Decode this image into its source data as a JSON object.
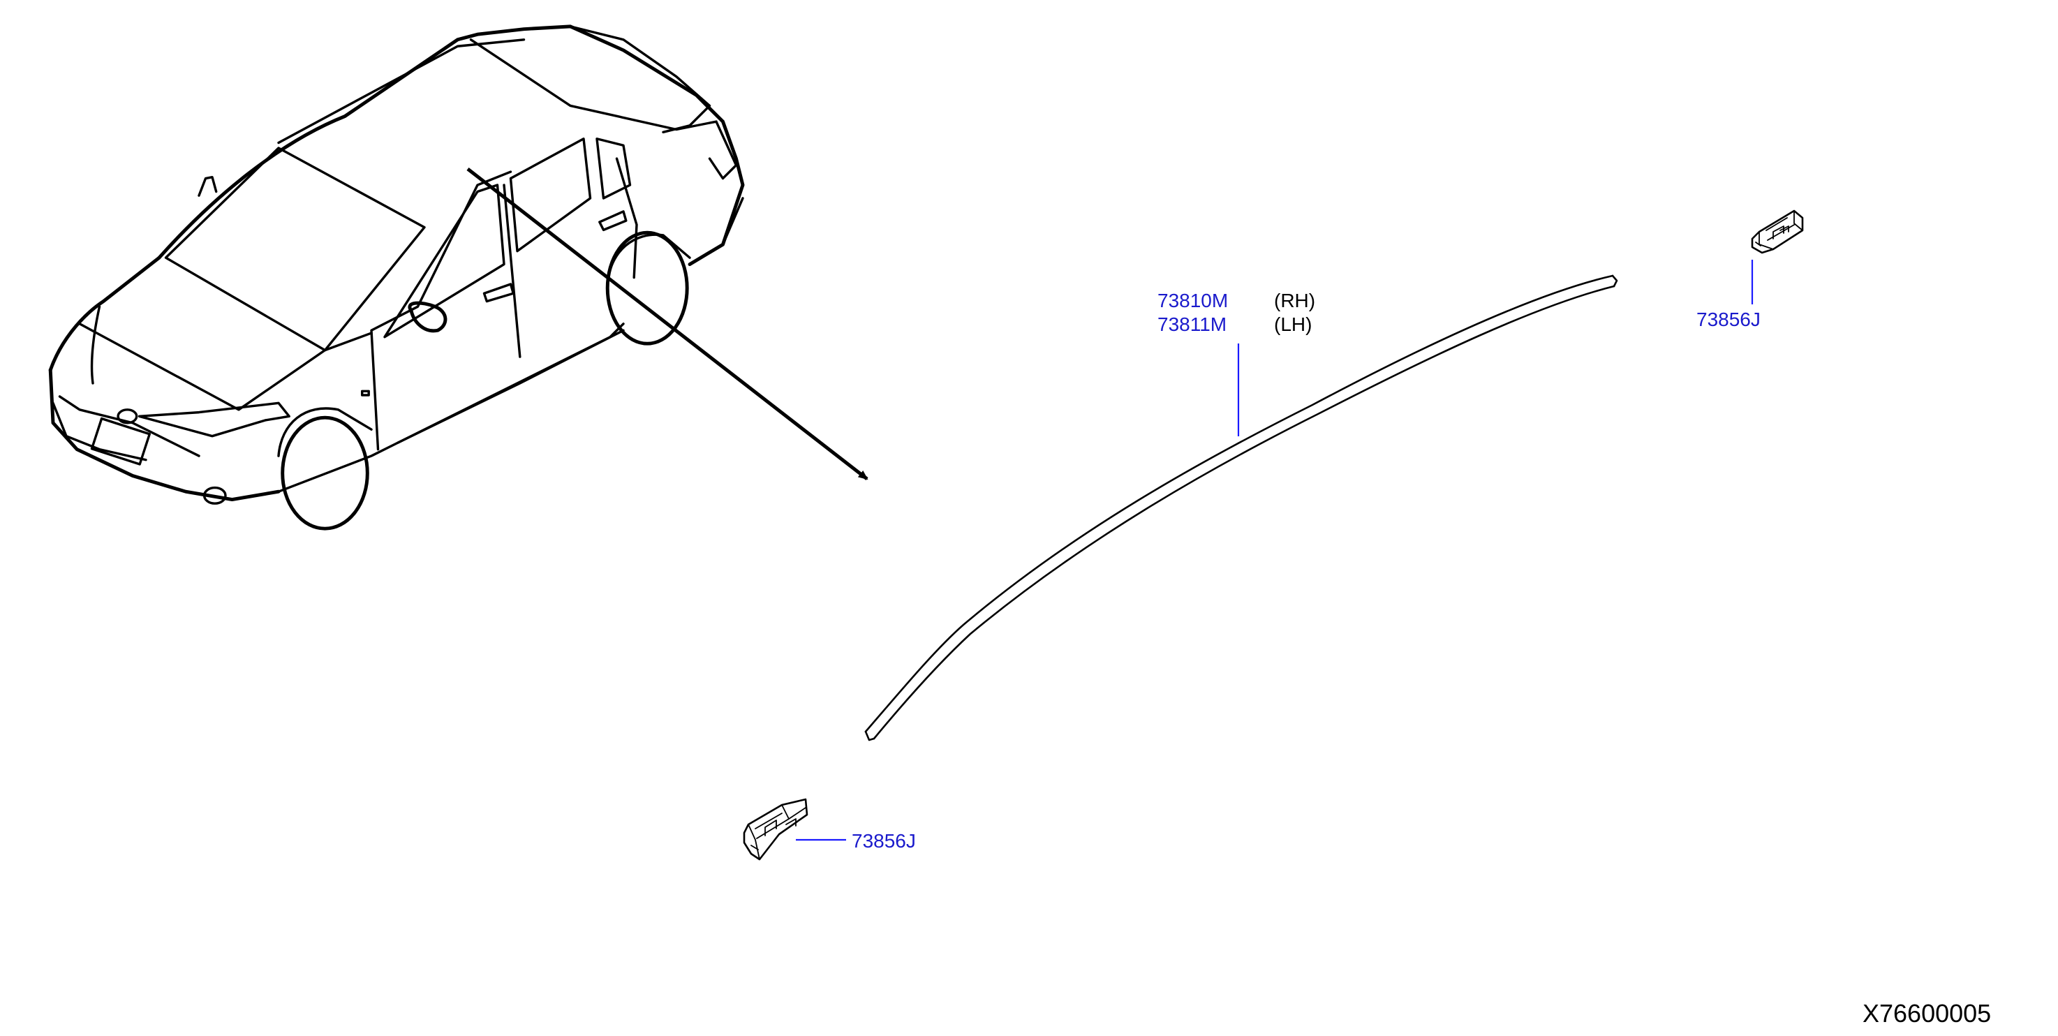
{
  "diagram": {
    "id_code": "X76600005",
    "callouts": [
      {
        "part_number": "73810M",
        "side": "(RH)"
      },
      {
        "part_number": "73811M",
        "side": "(LH)"
      }
    ],
    "clips": [
      {
        "part_number": "73856J"
      },
      {
        "part_number": "73856J"
      }
    ],
    "colors": {
      "link": "#1a1acc",
      "leader": "#1a1aff",
      "linework": "#000000"
    },
    "icons": [
      "vehicle-illustration",
      "roof-molding-drawing",
      "clip-drawing",
      "direction-arrow"
    ]
  }
}
